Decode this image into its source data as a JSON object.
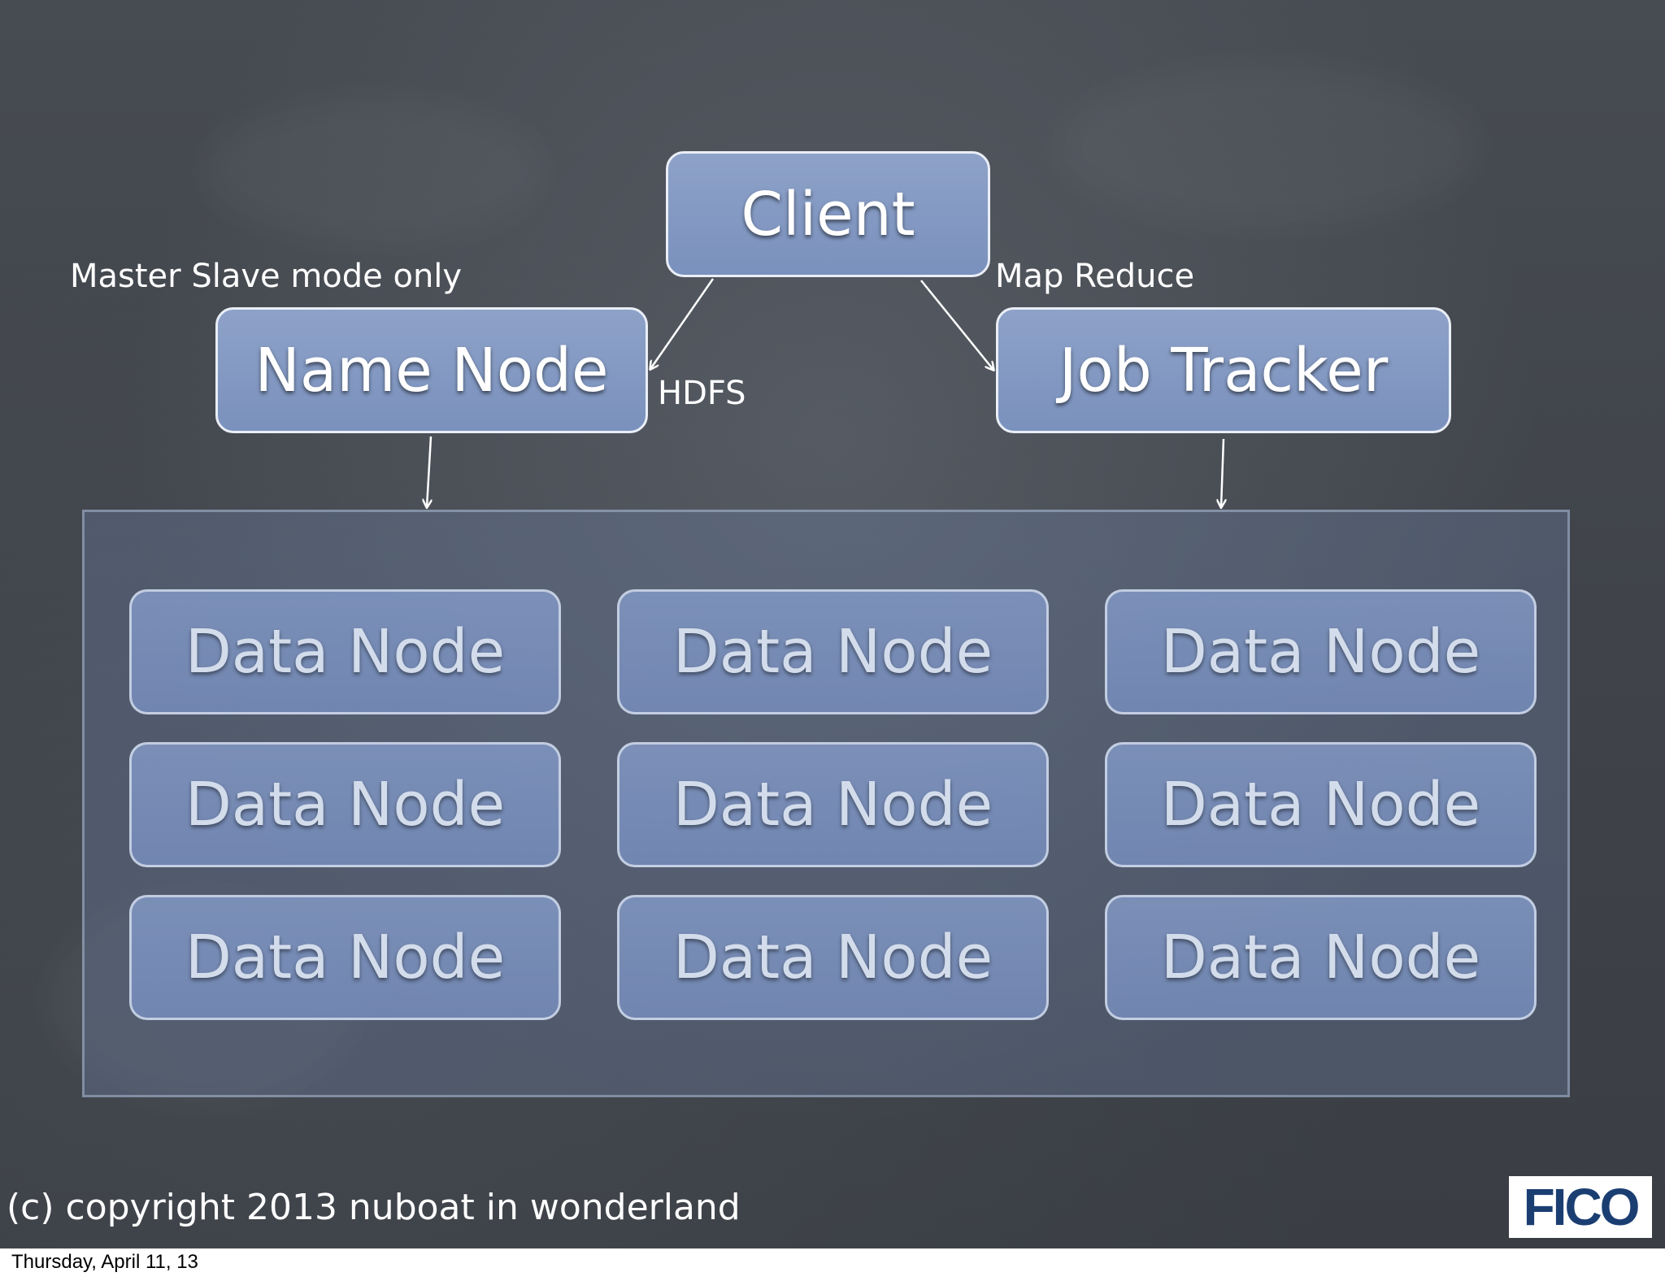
{
  "diagram": {
    "client": "Client",
    "name_node": "Name Node",
    "job_tracker": "Job Tracker",
    "note_master_slave": "Master Slave mode only",
    "note_map_reduce": "Map Reduce",
    "note_hdfs": "HDFS",
    "data_nodes": [
      "Data Node",
      "Data Node",
      "Data Node",
      "Data Node",
      "Data Node",
      "Data Node",
      "Data Node",
      "Data Node",
      "Data Node"
    ]
  },
  "footer": {
    "copyright": "(c) copyright 2013 nuboat in wonderland",
    "logo": "FICO",
    "date": "Thursday, April 11, 13"
  },
  "colors": {
    "background": "#43474d",
    "box_fill": "#7f95c2",
    "box_border": "#e9eef7",
    "logo_text": "#1b3e72"
  }
}
